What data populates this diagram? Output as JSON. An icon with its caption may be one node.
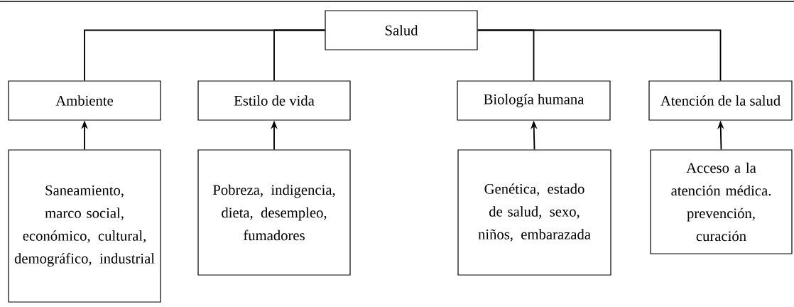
{
  "diagram": {
    "nodes": [
      {
        "text": [
          "Salud"
        ]
      },
      {
        "text": [
          "Ambiente"
        ]
      },
      {
        "text": [
          "Estilo de vida"
        ]
      },
      {
        "text": [
          "Biología humana"
        ]
      },
      {
        "text": [
          "Atención de la salud"
        ]
      },
      {
        "text": [
          "Saneamiento, marco social, económico, cultural, demográfico, industrial"
        ]
      },
      {
        "text": [
          "Pobreza, indigencia, dieta, desempleo, fumadores"
        ]
      },
      {
        "text": [
          "Genética, estado de salud, sexo, niños, embarazada"
        ]
      },
      {
        "text": [
          "Acceso a la atención médica. prevención, curación"
        ]
      }
    ],
    "edges": [
      {
        "from": 0,
        "to": 1,
        "arrow": "none"
      },
      {
        "from": 0,
        "to": 2,
        "arrow": "none"
      },
      {
        "from": 0,
        "to": 3,
        "arrow": "none"
      },
      {
        "from": 0,
        "to": 4,
        "arrow": "none"
      },
      {
        "from": 5,
        "to": 1,
        "arrow": "to"
      },
      {
        "from": 6,
        "to": 2,
        "arrow": "to"
      },
      {
        "from": 7,
        "to": 3,
        "arrow": "to"
      },
      {
        "from": 8,
        "to": 4,
        "arrow": "to"
      }
    ]
  }
}
